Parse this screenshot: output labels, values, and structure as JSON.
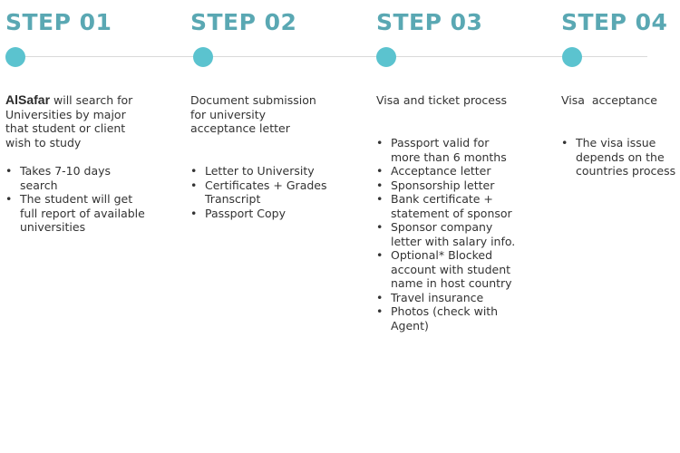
{
  "steps": [
    {
      "title": "STEP 01",
      "brand": "AlSafar",
      "description": "will search for Universities by major that student or client wish to study",
      "points": [
        "Takes 7-10 days search",
        "The student will get full report of available universities"
      ]
    },
    {
      "title": "STEP 02",
      "description": "Document submission for university acceptance letter",
      "points": [
        "Letter to University",
        "Certificates + Grades Transcript",
        "Passport Copy"
      ]
    },
    {
      "title": "STEP 03",
      "description": "Visa and ticket process",
      "points": [
        "Passport valid for more than 6 months",
        "Acceptance letter",
        "Sponsorship letter",
        "Bank certificate + statement of sponsor",
        "Sponsor company letter with salary info.",
        "Optional* Blocked account with student name in host country",
        "Travel insurance",
        "Photos (check with Agent)"
      ]
    },
    {
      "title": "STEP 04",
      "description": "Visa  acceptance",
      "points": [
        "The visa issue depends on the countries process"
      ]
    }
  ],
  "colors": {
    "title": "#5aa8b3",
    "dot": "#5bc3cf",
    "line": "#d9d9d9",
    "text": "#333333"
  }
}
